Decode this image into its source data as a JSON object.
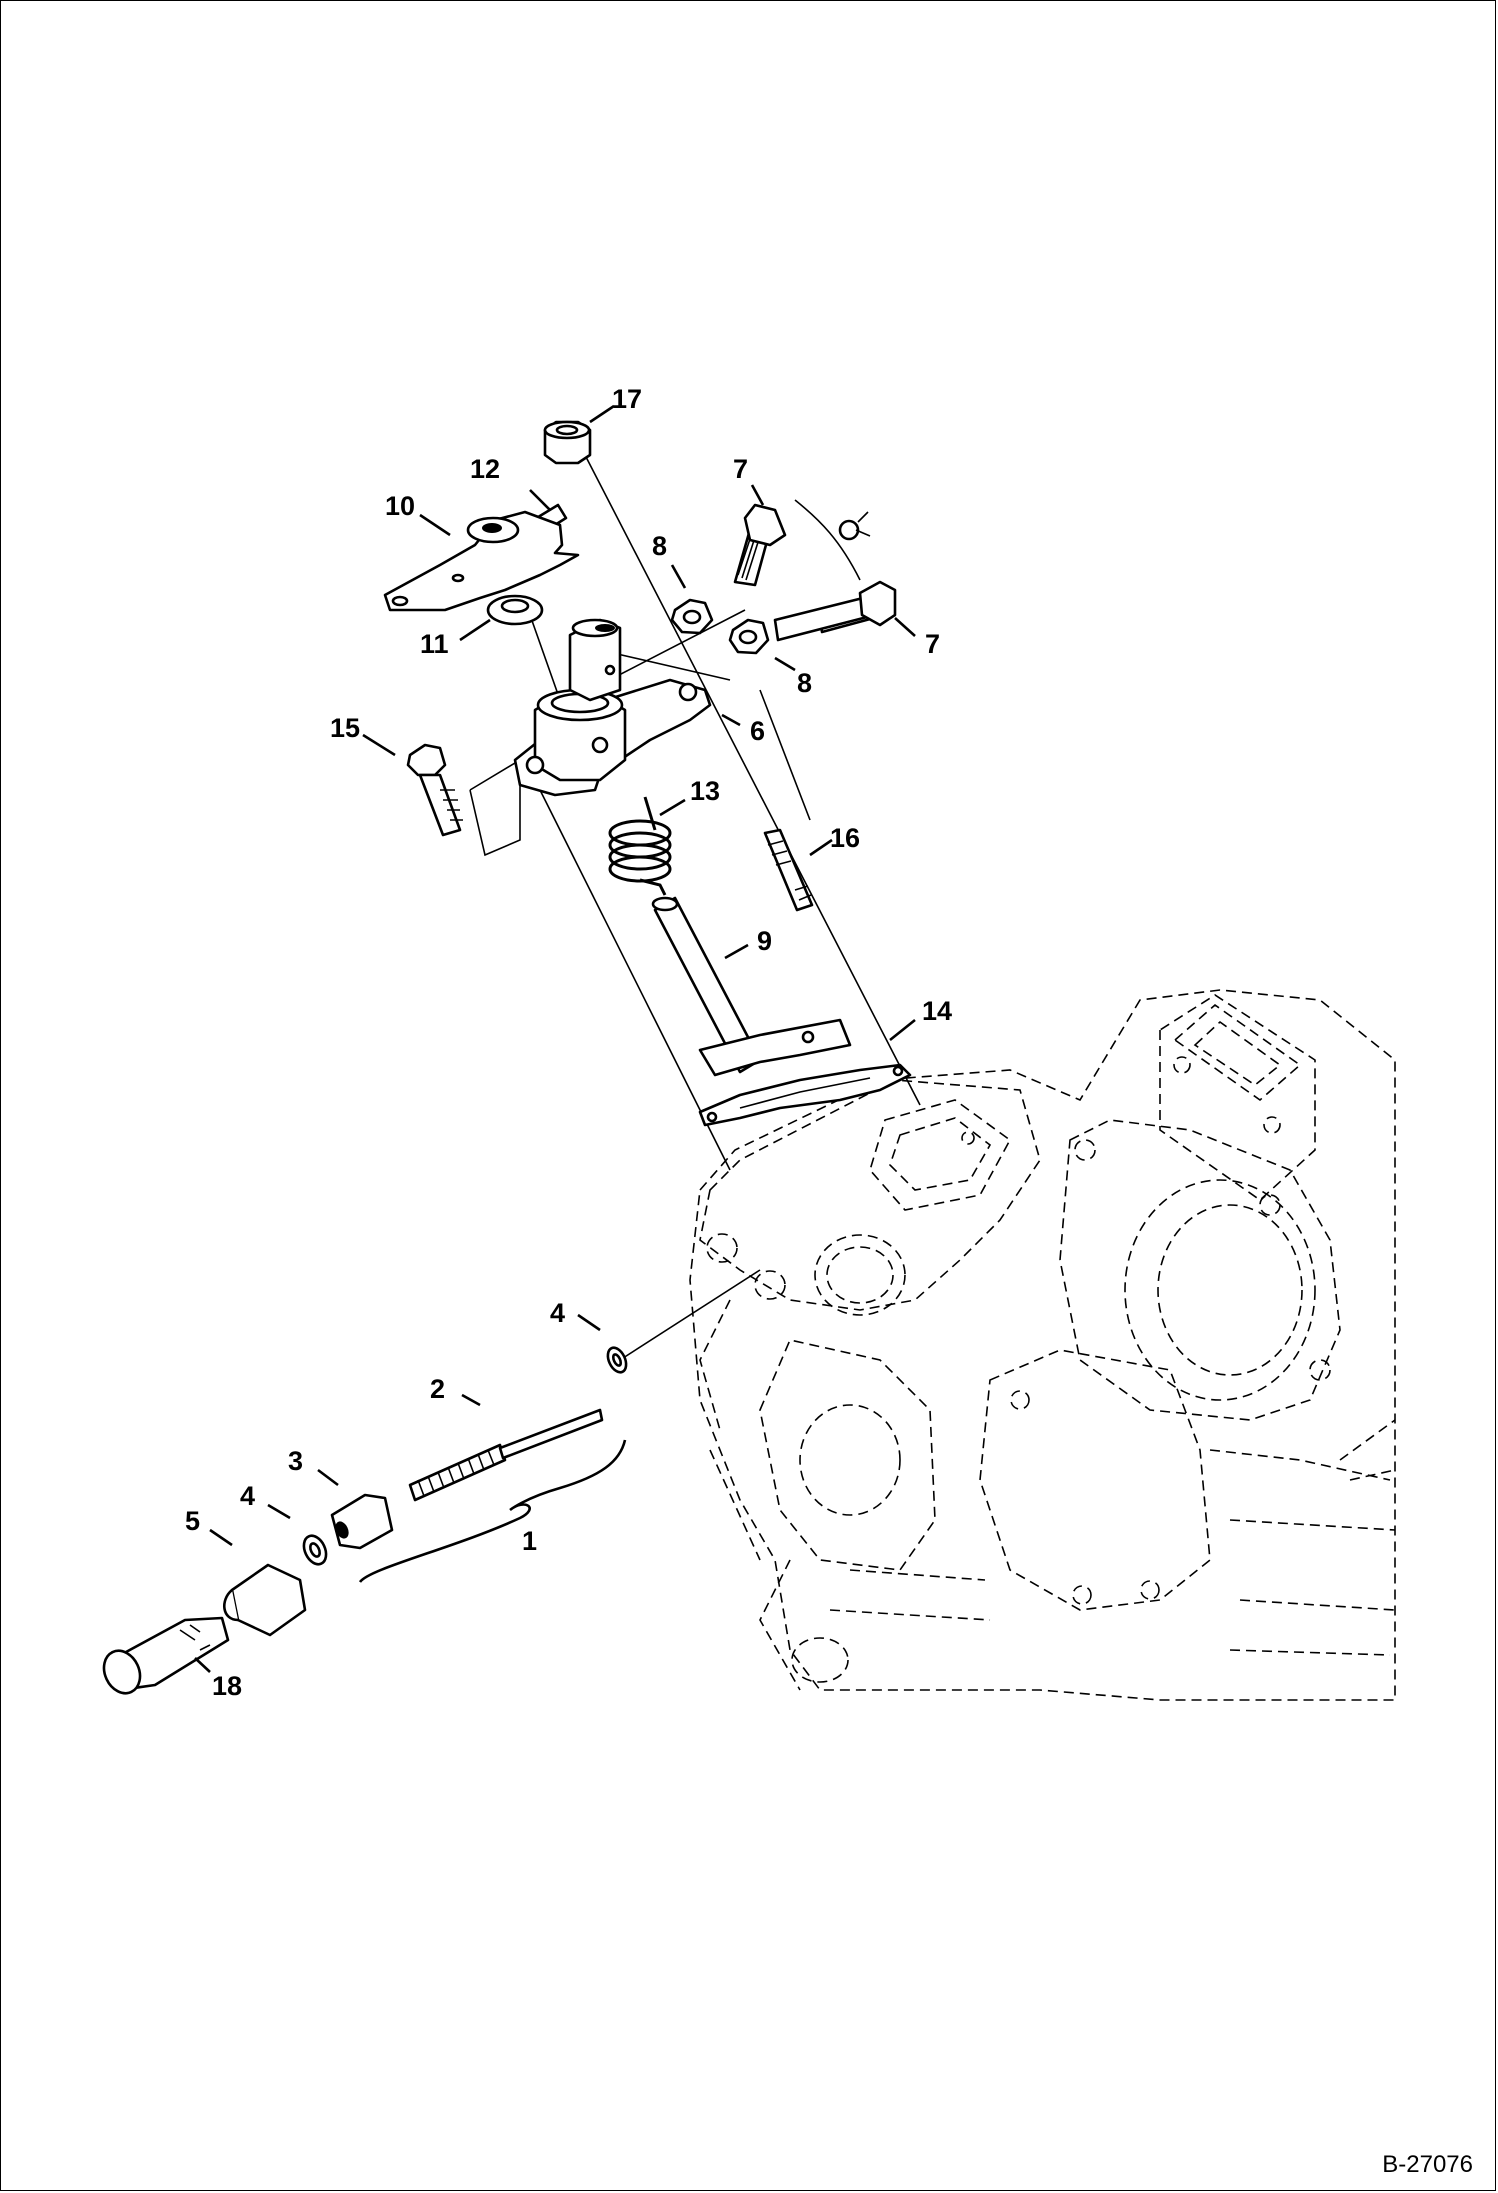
{
  "drawing_number": "B-27076",
  "callouts": {
    "c1": "1",
    "c2": "2",
    "c3": "3",
    "c4a": "4",
    "c4b": "4",
    "c5": "5",
    "c6": "6",
    "c7a": "7",
    "c7b": "7",
    "c8a": "8",
    "c8b": "8",
    "c9": "9",
    "c10": "10",
    "c11": "11",
    "c12": "12",
    "c13": "13",
    "c14": "14",
    "c15": "15",
    "c16": "16",
    "c17": "17",
    "c18": "18"
  }
}
